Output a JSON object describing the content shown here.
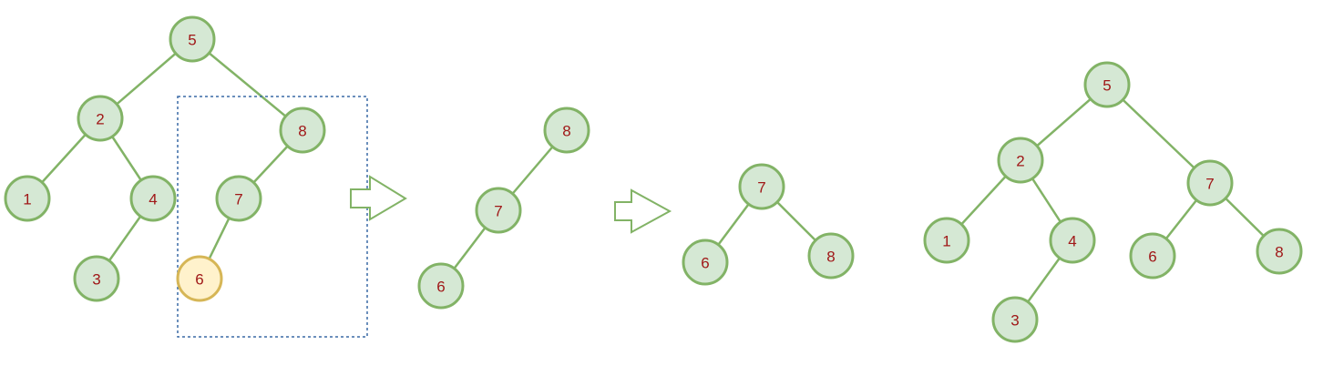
{
  "diagram": {
    "colors": {
      "node_fill": "#d5e8d4",
      "node_stroke": "#82b366",
      "highlight_fill": "#fff2cc",
      "highlight_stroke": "#d6b656",
      "label": "#a01818",
      "selection": "#3a6aa6"
    },
    "original_tree": {
      "nodes": [
        {
          "id": "n5",
          "label": "5"
        },
        {
          "id": "n2",
          "label": "2"
        },
        {
          "id": "n8",
          "label": "8"
        },
        {
          "id": "n1",
          "label": "1"
        },
        {
          "id": "n4",
          "label": "4"
        },
        {
          "id": "n7",
          "label": "7"
        },
        {
          "id": "n3",
          "label": "3"
        },
        {
          "id": "n6",
          "label": "6",
          "highlight": true
        }
      ],
      "edges": [
        [
          "n5",
          "n2"
        ],
        [
          "n5",
          "n8"
        ],
        [
          "n2",
          "n1"
        ],
        [
          "n2",
          "n4"
        ],
        [
          "n4",
          "n3"
        ],
        [
          "n8",
          "n7"
        ],
        [
          "n7",
          "n6"
        ]
      ]
    },
    "unbalanced_subtree": {
      "nodes": [
        {
          "id": "s8",
          "label": "8"
        },
        {
          "id": "s7",
          "label": "7"
        },
        {
          "id": "s6",
          "label": "6"
        }
      ],
      "edges": [
        [
          "s8",
          "s7"
        ],
        [
          "s7",
          "s6"
        ]
      ]
    },
    "rotated_subtree": {
      "nodes": [
        {
          "id": "r7",
          "label": "7"
        },
        {
          "id": "r6",
          "label": "6"
        },
        {
          "id": "r8",
          "label": "8"
        }
      ],
      "edges": [
        [
          "r7",
          "r6"
        ],
        [
          "r7",
          "r8"
        ]
      ]
    },
    "balanced_tree": {
      "nodes": [
        {
          "id": "b5",
          "label": "5"
        },
        {
          "id": "b2",
          "label": "2"
        },
        {
          "id": "b7",
          "label": "7"
        },
        {
          "id": "b1",
          "label": "1"
        },
        {
          "id": "b4",
          "label": "4"
        },
        {
          "id": "b6",
          "label": "6"
        },
        {
          "id": "b8",
          "label": "8"
        },
        {
          "id": "b3",
          "label": "3"
        }
      ],
      "edges": [
        [
          "b5",
          "b2"
        ],
        [
          "b5",
          "b7"
        ],
        [
          "b2",
          "b1"
        ],
        [
          "b2",
          "b4"
        ],
        [
          "b4",
          "b3"
        ],
        [
          "b7",
          "b6"
        ],
        [
          "b7",
          "b8"
        ]
      ]
    },
    "arrows": [
      {
        "name": "transform-arrow-1"
      },
      {
        "name": "transform-arrow-2"
      }
    ]
  }
}
